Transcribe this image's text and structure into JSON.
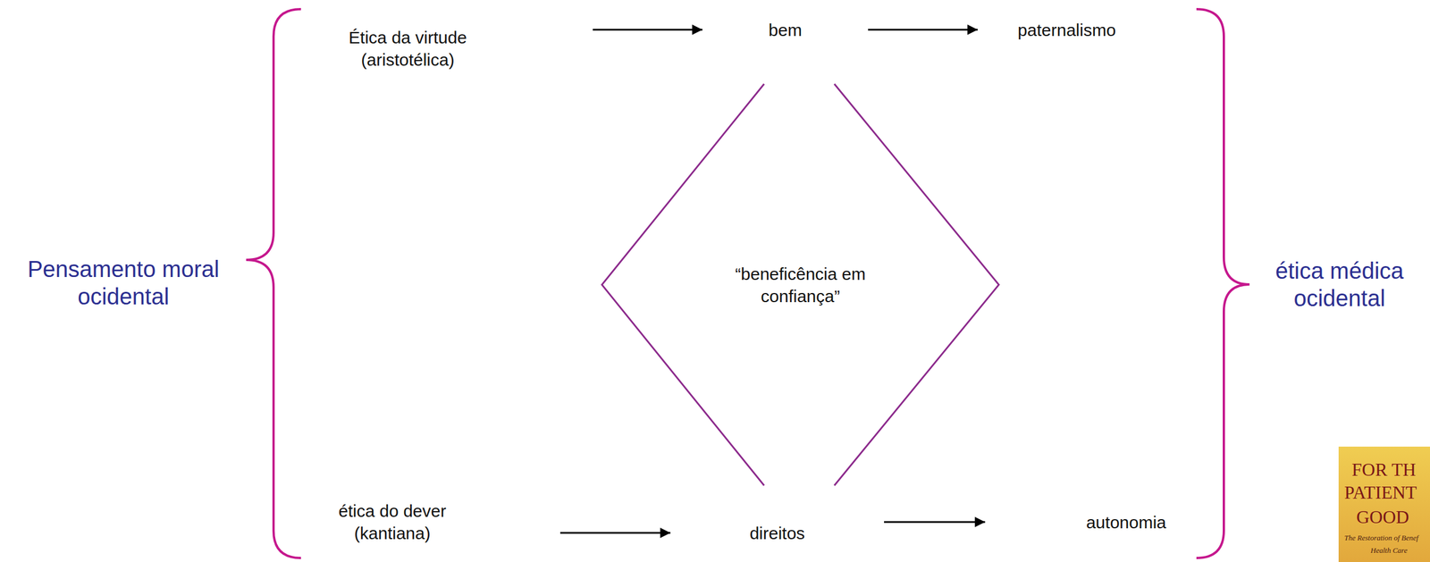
{
  "diagram": {
    "nodes": [
      {
        "text": [
          "Ética da virtude (aristotélica)"
        ]
      },
      {
        "text": [
          "bem"
        ]
      },
      {
        "text": [
          "paternalismo"
        ]
      },
      {
        "text": [
          "“beneficência em confiança”"
        ]
      },
      {
        "text": [
          "ética do dever (kantiana)"
        ]
      },
      {
        "text": [
          "direitos"
        ]
      },
      {
        "text": [
          "autonomia"
        ]
      }
    ],
    "edges": [
      {
        "from": 0,
        "to": 1,
        "arrow": "to"
      },
      {
        "from": 1,
        "to": 2,
        "arrow": "to"
      },
      {
        "from": 4,
        "to": 5,
        "arrow": "to"
      },
      {
        "from": 5,
        "to": 6,
        "arrow": "to"
      }
    ],
    "labels": [
      "Pensamento moral ocidental",
      "ética médica ocidental",
      "FOR TH",
      "PATIENT",
      "GOOD",
      "The Restoration of Benef",
      "Health Care"
    ]
  }
}
